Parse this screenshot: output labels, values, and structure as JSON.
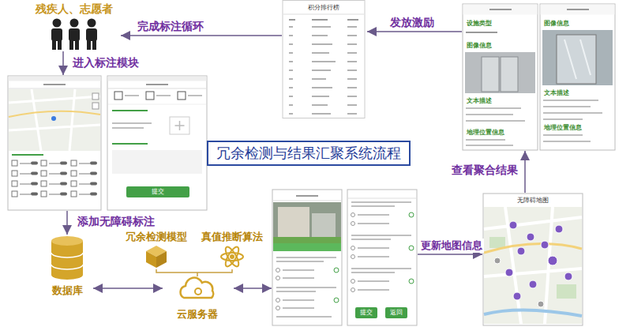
{
  "diagram": {
    "title": "冗余检测与结果汇聚系统流程",
    "nodes": [
      {
        "text": [
          "残疾人、志愿者"
        ]
      },
      {
        "text": [
          "提交"
        ]
      },
      {
        "text": [
          "数据库"
        ]
      },
      {
        "text": [
          "冗余检测模型"
        ]
      },
      {
        "text": [
          "真值推断算法"
        ]
      },
      {
        "text": [
          "云服务器"
        ]
      },
      {
        "text": [
          "提交",
          "返回"
        ]
      },
      {
        "text": [
          "无障碍地图"
        ]
      },
      {
        "text": [
          "设施类型",
          "图像信息",
          "文本描述",
          "地理位置信息"
        ]
      },
      {
        "text": [
          "图像信息",
          "文本描述",
          "地理位置信息"
        ]
      },
      {
        "text": [
          "积分排行榜"
        ]
      }
    ],
    "edges": [
      {
        "from": 10,
        "to": 0,
        "arrow": "to",
        "label": "完成标注循环"
      },
      {
        "from": 0,
        "to": 1,
        "arrow": "to",
        "label": "进入标注模块"
      },
      {
        "from": 1,
        "to": 2,
        "arrow": "to",
        "label": "添加无障碍标注"
      },
      {
        "from": 2,
        "to": 5,
        "arrow": "both"
      },
      {
        "from": 5,
        "to": 6,
        "arrow": "both"
      },
      {
        "from": 6,
        "to": 7,
        "arrow": "to",
        "label": "更新地图信息"
      },
      {
        "from": 7,
        "to": 8,
        "arrow": "to",
        "label": "查看聚合结果"
      },
      {
        "from": 8,
        "to": 10,
        "arrow": "to",
        "label": "发放激励"
      }
    ]
  }
}
